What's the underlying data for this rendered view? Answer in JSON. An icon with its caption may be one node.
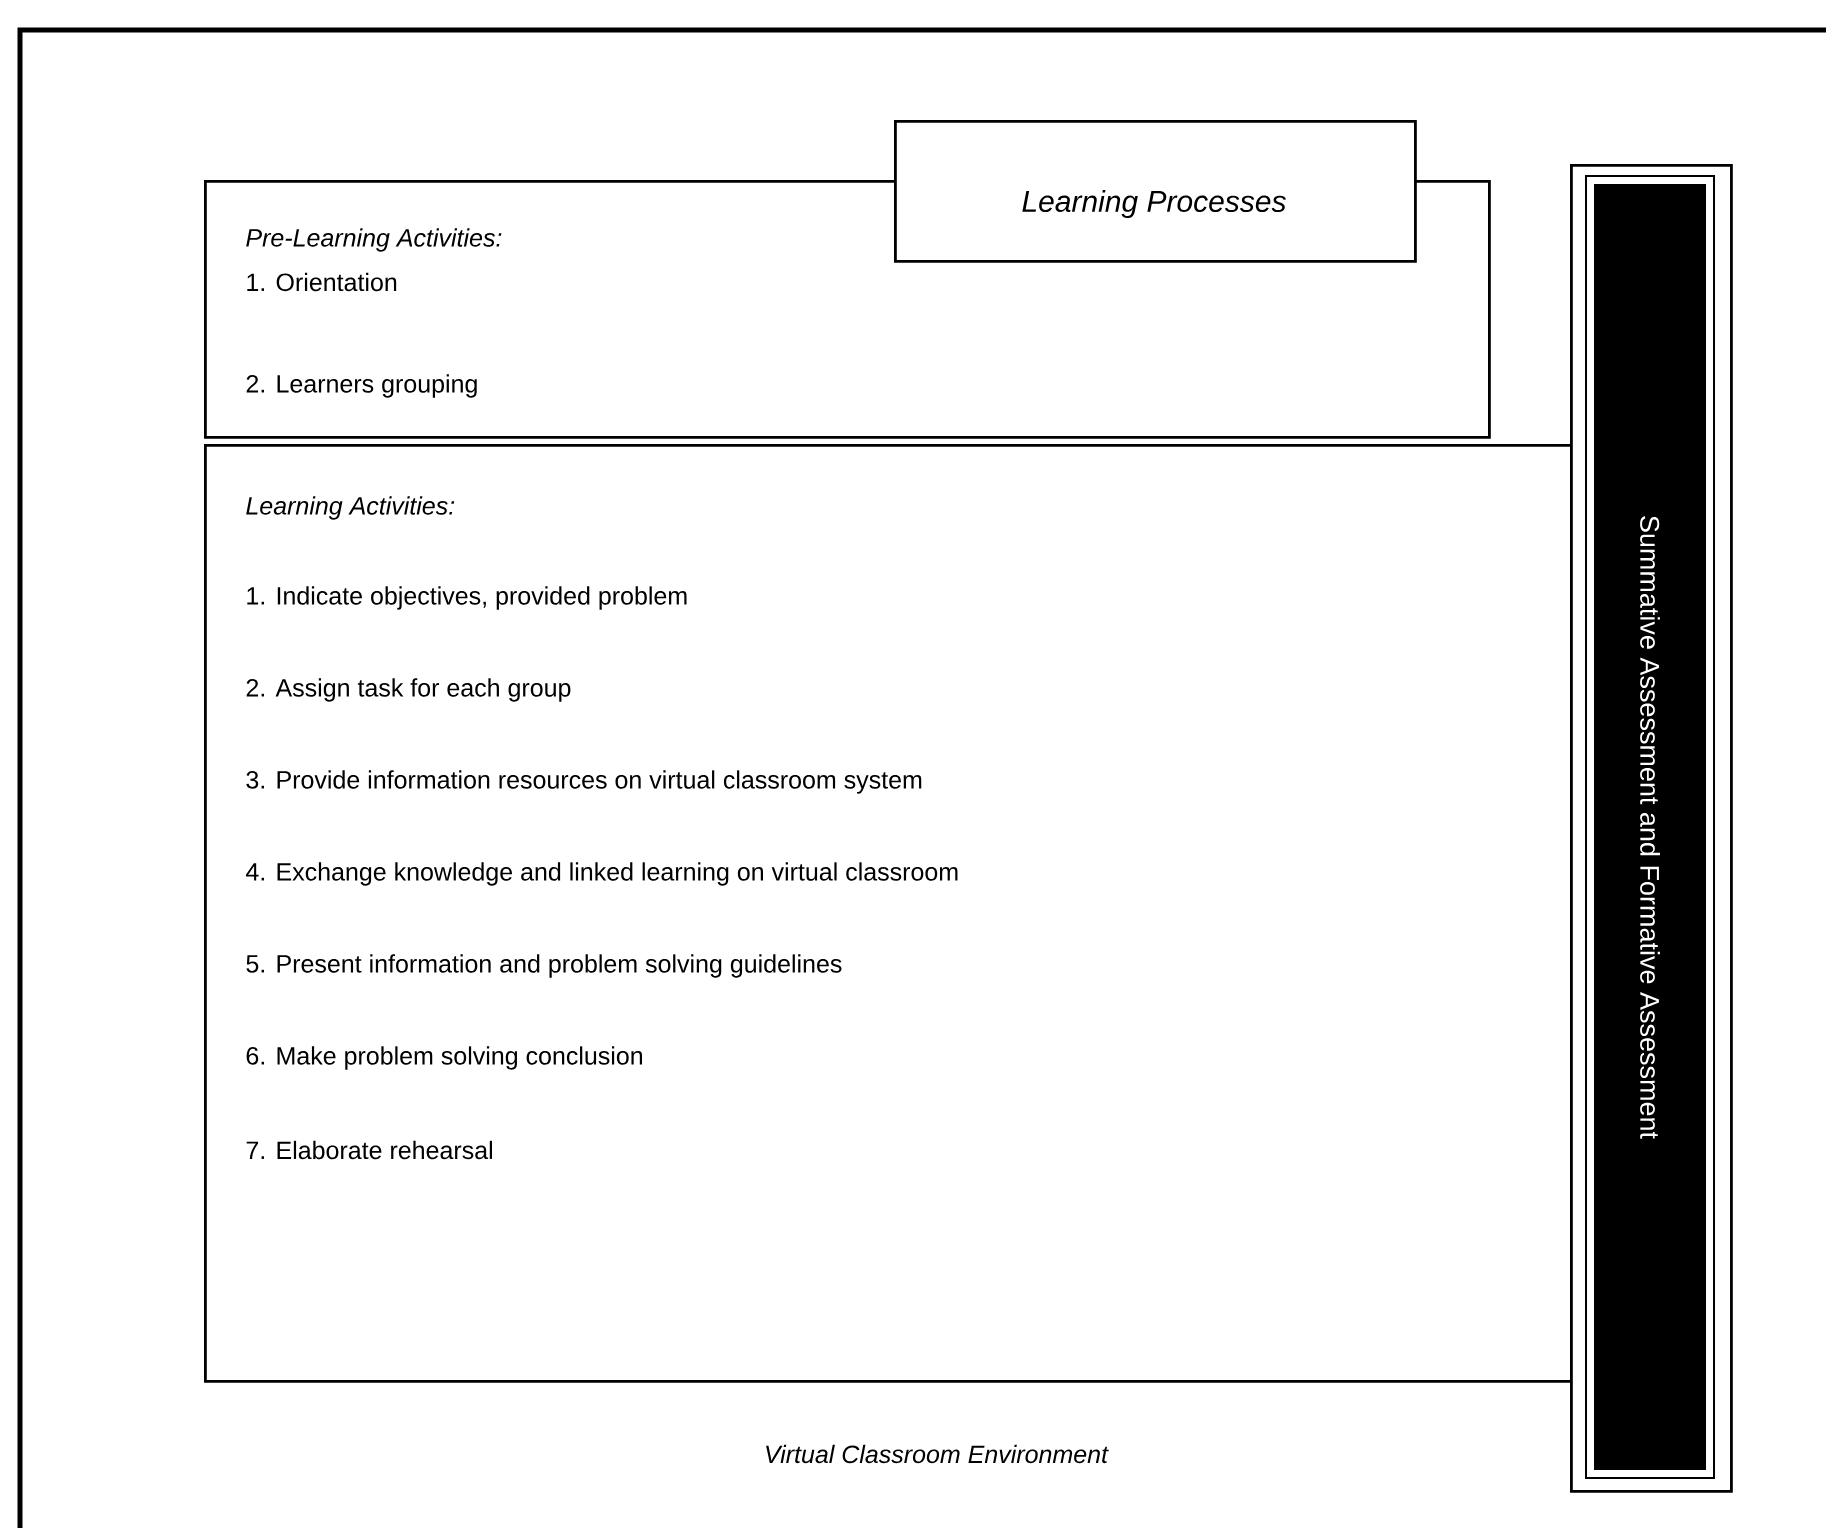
{
  "diagram": {
    "nodes": [
      {
        "text": [
          "Virtual Classroom Environment"
        ]
      },
      {
        "text": [
          "Pre-Learning Activities:",
          "1. Orientation",
          "2. Learners grouping"
        ],
        "in": 0
      },
      {
        "text": [
          "Learning Processes"
        ],
        "in": 0
      },
      {
        "text": [
          "Learning Activities:",
          "1. Indicate objectives, provided problem",
          "2. Assign task for each group",
          "3. Provide information resources on virtual classroom system",
          "4. Exchange knowledge and linked learning on virtual classroom",
          "5. Present information and problem solving guidelines",
          "6. Make problem solving conclusion",
          "7. Elaborate rehearsal"
        ],
        "in": 0
      },
      {
        "text": [
          "Summative Assessment and Formative Assessment"
        ],
        "in": 0
      }
    ],
    "edges": []
  }
}
